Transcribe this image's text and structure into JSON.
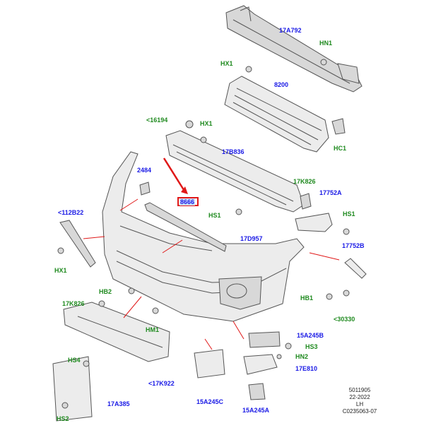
{
  "labels": {
    "l17a792": "17A792",
    "lhn1a": "HN1",
    "lhx1a": "HX1",
    "l8200": "8200",
    "l16194": "<16194",
    "lhx1b": "HX1",
    "lhc1": "HC1",
    "l2484": "2484",
    "l17b836": "17B836",
    "l17k826a": "17K826",
    "l17752a": "17752A",
    "l112b22": "<112B22",
    "l8666": "8666",
    "lhs1a": "HS1",
    "lhs1b": "HS1",
    "l17d957": "17D957",
    "l17752b": "17752B",
    "lhx1c": "HX1",
    "lhb2": "HB2",
    "l17k826b": "17K826",
    "lhb1": "HB1",
    "l30330": "<30330",
    "lhm1": "HM1",
    "l15a245b": "15A245B",
    "lhs3": "HS3",
    "lhn2": "HN2",
    "lhs4": "HS4",
    "l17e810": "17E810",
    "l17k922": "<17K922",
    "l15a245c": "15A245C",
    "l17a385": "17A385",
    "l15a245a": "15A245A",
    "lhs2": "HS2"
  },
  "colors": {
    "part_label": "#1a1ae6",
    "fastener_label": "#1f8a1f",
    "highlight": "#e01818"
  },
  "meta": {
    "line1": "5011905",
    "line2": "22-2022",
    "line3": "LH",
    "line4": "C0235063-07"
  }
}
